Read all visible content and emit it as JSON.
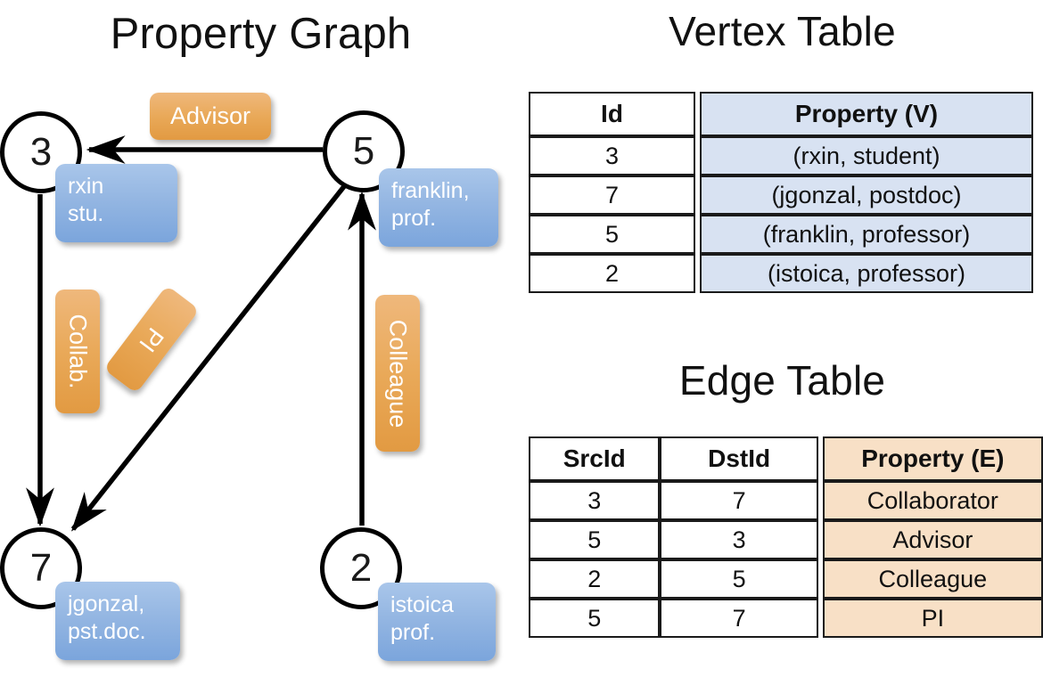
{
  "titles": {
    "graph": "Property Graph",
    "vertex_table": "Vertex Table",
    "edge_table": "Edge Table"
  },
  "colors": {
    "node_stroke": "#000000",
    "node_fill": "#ffffff",
    "vertex_property_fill": "#d8e2f2",
    "edge_property_fill": "#f8e0c6",
    "callout_blue": "#7ba5dc",
    "edge_label_orange": "#e9a959",
    "text": "#111111"
  },
  "graph": {
    "nodes": [
      {
        "id": "3",
        "label": "3",
        "property_line1": "rxin",
        "property_line2": "stu."
      },
      {
        "id": "5",
        "label": "5",
        "property_line1": "franklin,",
        "property_line2": "prof."
      },
      {
        "id": "7",
        "label": "7",
        "property_line1": "jgonzal,",
        "property_line2": "pst.doc."
      },
      {
        "id": "2",
        "label": "2",
        "property_line1": "istoica",
        "property_line2": "prof."
      }
    ],
    "edge_labels": [
      {
        "name": "advisor",
        "text": "Advisor",
        "orientation": "horizontal"
      },
      {
        "name": "collab",
        "text": "Collab.",
        "orientation": "vertical"
      },
      {
        "name": "pi",
        "text": "PI",
        "orientation": "diagonal"
      },
      {
        "name": "colleague",
        "text": "Colleague",
        "orientation": "vertical"
      }
    ],
    "edges": [
      {
        "from": "5",
        "to": "3",
        "label": "Advisor"
      },
      {
        "from": "3",
        "to": "7",
        "label": "Collab."
      },
      {
        "from": "5",
        "to": "7",
        "label": "PI"
      },
      {
        "from": "2",
        "to": "5",
        "label": "Colleague"
      }
    ]
  },
  "vertex_table": {
    "headers": [
      "Id",
      "Property (V)"
    ],
    "rows": [
      {
        "id": "3",
        "property": "(rxin, student)"
      },
      {
        "id": "7",
        "property": "(jgonzal, postdoc)"
      },
      {
        "id": "5",
        "property": "(franklin, professor)"
      },
      {
        "id": "2",
        "property": "(istoica, professor)"
      }
    ]
  },
  "edge_table": {
    "headers": [
      "SrcId",
      "DstId",
      "Property (E)"
    ],
    "rows": [
      {
        "src": "3",
        "dst": "7",
        "property": "Collaborator"
      },
      {
        "src": "5",
        "dst": "3",
        "property": "Advisor"
      },
      {
        "src": "2",
        "dst": "5",
        "property": "Colleague"
      },
      {
        "src": "5",
        "dst": "7",
        "property": "PI"
      }
    ]
  }
}
